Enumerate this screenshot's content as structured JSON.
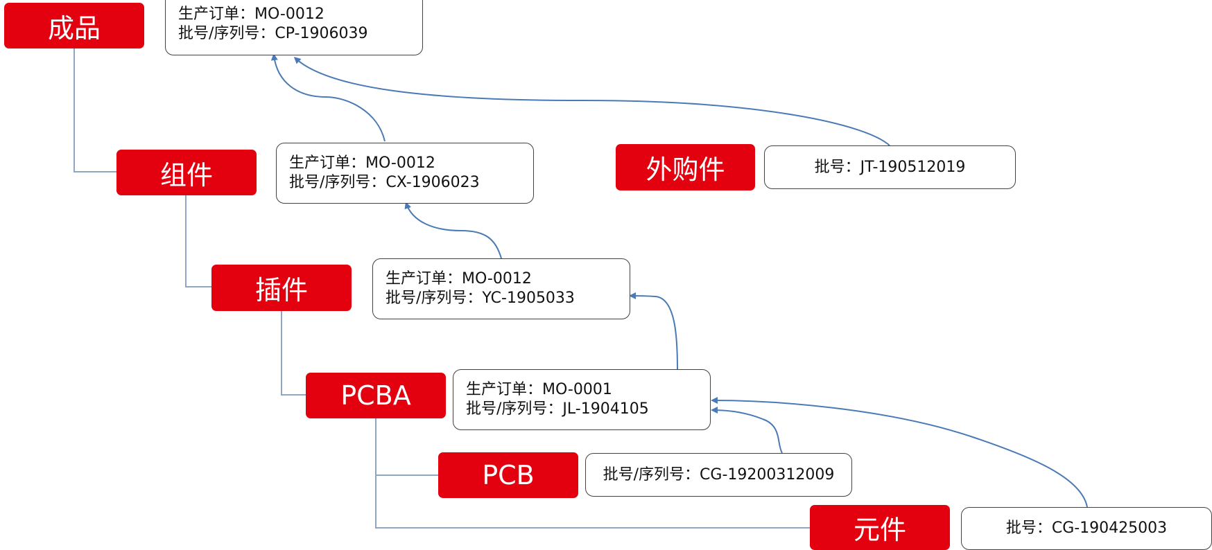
{
  "colors": {
    "node_fill": "#e3000f",
    "node_text": "#ffffff",
    "connector": "#8ea5c4",
    "arrow": "#4a7ab5"
  },
  "nodes": {
    "finished": "成品",
    "assembly": "组件",
    "plugin": "插件",
    "pcba": "PCBA",
    "purchased": "外购件",
    "pcb": "PCB",
    "component": "元件"
  },
  "boxes": {
    "finished": {
      "line1": "生产订单：MO-0012",
      "line2": "批号/序列号：CP-1906039"
    },
    "assembly": {
      "line1": "生产订单：MO-0012",
      "line2": "批号/序列号：CX-1906023"
    },
    "purchased": {
      "line1": "批号：JT-190512019"
    },
    "plugin": {
      "line1": "生产订单：MO-0012",
      "line2": "批号/序列号：YC-1905033"
    },
    "pcba": {
      "line1": "生产订单：MO-0001",
      "line2": "批号/序列号：JL-1904105"
    },
    "pcb": {
      "line1": "批号/序列号：CG-19200312009"
    },
    "component": {
      "line1": "批号：CG-190425003"
    }
  }
}
